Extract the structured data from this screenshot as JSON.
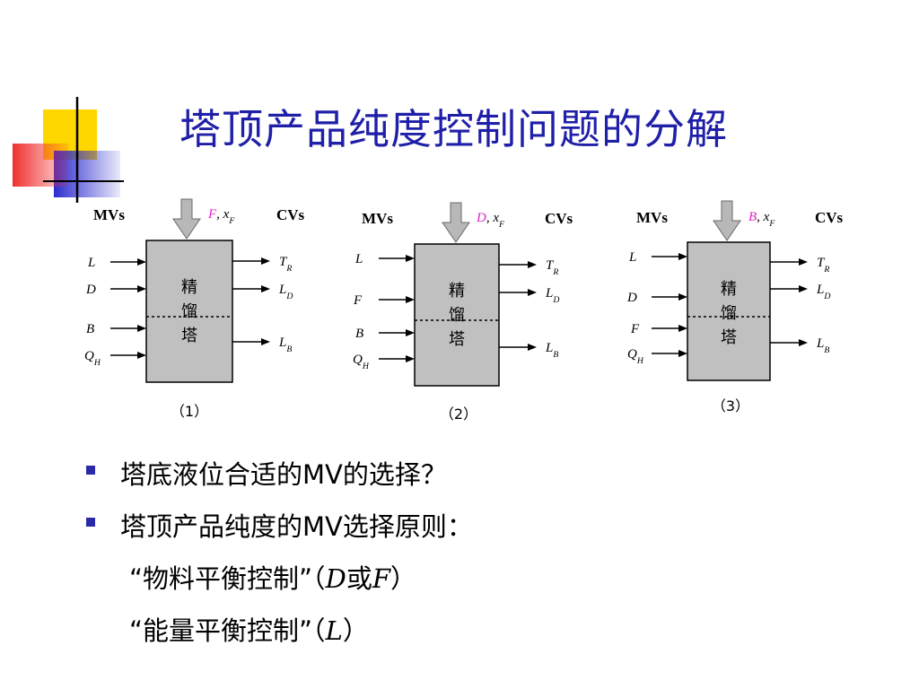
{
  "title": "塔顶产品纯度控制问题的分解",
  "diagrams": [
    {
      "mvs_label": "MVs",
      "cvs_label": "CVs",
      "feed_var": "F",
      "feed_sep": ",",
      "feed_x": "x",
      "feed_sub": "F",
      "tower_label": [
        "精",
        "馏",
        "塔"
      ],
      "inputs": [
        {
          "var": "L",
          "sub": ""
        },
        {
          "var": "D",
          "sub": ""
        },
        {
          "var": "B",
          "sub": ""
        },
        {
          "var": "Q",
          "sub": "H"
        }
      ],
      "outputs": [
        {
          "var": "T",
          "sub": "R"
        },
        {
          "var": "L",
          "sub": "D"
        },
        {
          "var": "L",
          "sub": "B"
        }
      ],
      "caption": "（1）"
    },
    {
      "mvs_label": "MVs",
      "cvs_label": "CVs",
      "feed_var": "D",
      "feed_sep": ",",
      "feed_x": "x",
      "feed_sub": "F",
      "tower_label": [
        "精",
        "馏",
        "塔"
      ],
      "inputs": [
        {
          "var": "L",
          "sub": ""
        },
        {
          "var": "F",
          "sub": ""
        },
        {
          "var": "B",
          "sub": ""
        },
        {
          "var": "Q",
          "sub": "H"
        }
      ],
      "outputs": [
        {
          "var": "T",
          "sub": "R"
        },
        {
          "var": "L",
          "sub": "D"
        },
        {
          "var": "L",
          "sub": "B"
        }
      ],
      "caption": "（2）"
    },
    {
      "mvs_label": "MVs",
      "cvs_label": "CVs",
      "feed_var": "B",
      "feed_sep": ",",
      "feed_x": "x",
      "feed_sub": "F",
      "tower_label": [
        "精",
        "馏",
        "塔"
      ],
      "inputs": [
        {
          "var": "L",
          "sub": ""
        },
        {
          "var": "D",
          "sub": ""
        },
        {
          "var": "F",
          "sub": ""
        },
        {
          "var": "Q",
          "sub": "H"
        }
      ],
      "outputs": [
        {
          "var": "T",
          "sub": "R"
        },
        {
          "var": "L",
          "sub": "D"
        },
        {
          "var": "L",
          "sub": "B"
        }
      ],
      "caption": "（3）"
    }
  ],
  "bullets": [
    "塔底液位合适的MV的选择？",
    "塔顶产品纯度的MV选择原则："
  ],
  "sub_lines": [
    {
      "open": "“物料平衡控制”（",
      "v1": "D",
      "mid": "或",
      "v2": "F",
      "close": "）"
    },
    {
      "open": "“能量平衡控制”（",
      "v1": "L",
      "mid": "",
      "v2": "",
      "close": "）"
    }
  ],
  "colors": {
    "title": "#1f1fa8",
    "feed_highlight": "#e020c8",
    "tower_fill": "#c0c0c0",
    "bullet": "#2a2aa8",
    "deco_yellow": "#ffd700",
    "deco_blue": "#2c2cd0",
    "deco_red": "#f03030"
  }
}
